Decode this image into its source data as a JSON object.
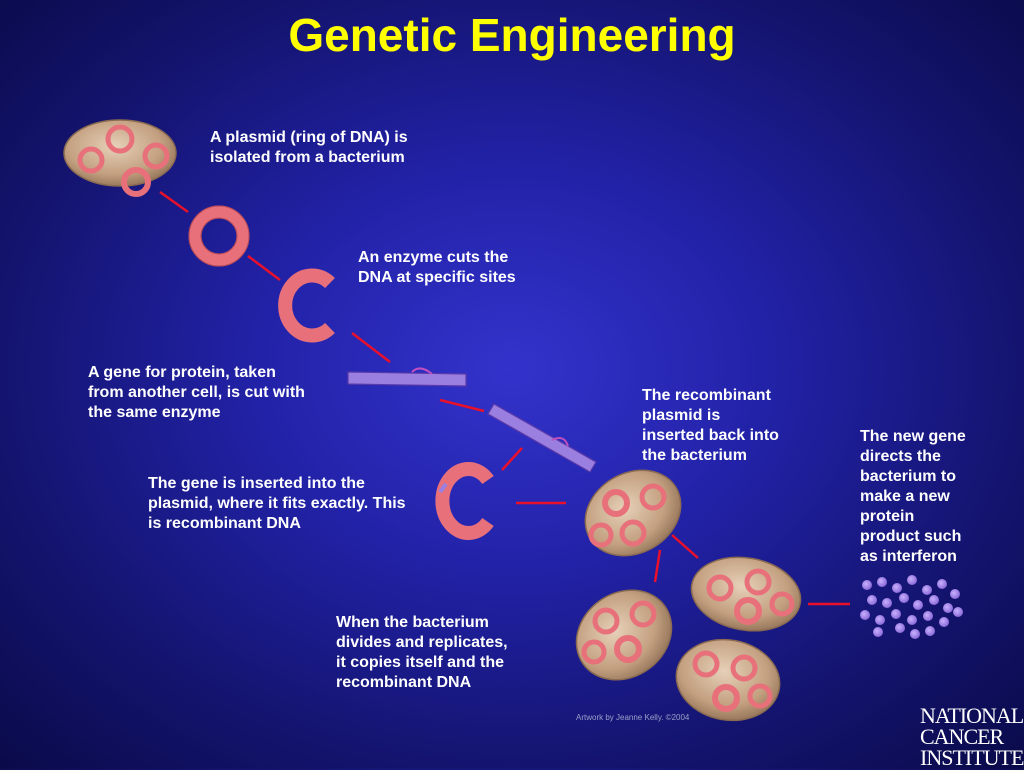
{
  "title": "Genetic Engineering",
  "steps": [
    {
      "text_1": "A plasmid (ring of DNA) is",
      "text_2": "isolated from a bacterium"
    },
    {
      "text_1": "An enzyme cuts the",
      "text_2": "DNA at specific sites"
    },
    {
      "text_1": "A gene for protein, taken",
      "text_2": "from another cell, is cut with",
      "text_3": "the same enzyme"
    },
    {
      "text_1": "The gene is inserted into the",
      "text_2": "plasmid, where it fits exactly. This",
      "text_3": "is recombinant DNA"
    },
    {
      "text_1": "The recombinant",
      "text_2": "plasmid is",
      "text_3": "inserted back into",
      "text_4": "the bacterium"
    },
    {
      "text_1": "When the bacterium",
      "text_2": "divides and replicates,",
      "text_3": "it copies itself and the",
      "text_4": "recombinant DNA"
    },
    {
      "text_1": "The new gene",
      "text_2": "directs the",
      "text_3": "bacterium to",
      "text_4": "make a new",
      "text_5": "protein",
      "text_6": "product such",
      "text_7": "as interferon"
    }
  ],
  "credit": "Artwork by Jeanne Kelly. ©2004",
  "logo": {
    "line_1": "NATIONAL",
    "line_2": "CANCER",
    "line_3": "INSTITUTE"
  },
  "colors": {
    "title": "#ffff00",
    "text": "#ffffff",
    "arrow": "#e8102a",
    "cell": "#c9a98a",
    "plasmid": "#e8707a",
    "gene": "#9b7fe0",
    "protein": "#9b7fe0"
  }
}
